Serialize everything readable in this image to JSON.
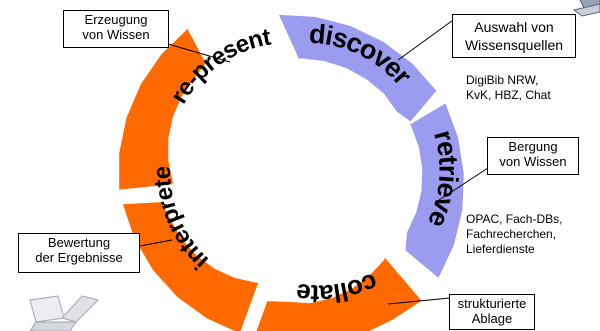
{
  "colors": {
    "orange": "#ff6a00",
    "lavender": "#9b9bf0",
    "text": "#000000"
  },
  "icons": [
    "laptop-icon-top-right",
    "laptop-icon-bottom-left"
  ],
  "cycle": {
    "segments": [
      {
        "label": "discover",
        "color": "lavender"
      },
      {
        "label": "retrieve",
        "color": "lavender"
      },
      {
        "label": "collate",
        "color": "orange"
      },
      {
        "label": "interprete",
        "color": "orange"
      },
      {
        "label": "re-present",
        "color": "orange"
      }
    ]
  },
  "callouts": {
    "erzeugung": {
      "line1": "Erzeugung",
      "line2": "von Wissen"
    },
    "auswahl": {
      "line1": "Auswahl von",
      "line2": "Wissensquellen"
    },
    "bergung": {
      "line1": "Bergung",
      "line2": "von Wissen"
    },
    "bewertung": {
      "line1": "Bewertung",
      "line2": "der Ergebnisse"
    },
    "ablage": {
      "line1": "strukturierte",
      "line2": "Ablage"
    }
  },
  "notes": {
    "discover_sources": {
      "line1": "DigiBib NRW,",
      "line2": "KvK, HBZ, Chat"
    },
    "retrieve_sources": {
      "line1": "OPAC, Fach-DBs,",
      "line2": "Fachrecherchen,",
      "line3": "Lieferdienste"
    }
  }
}
